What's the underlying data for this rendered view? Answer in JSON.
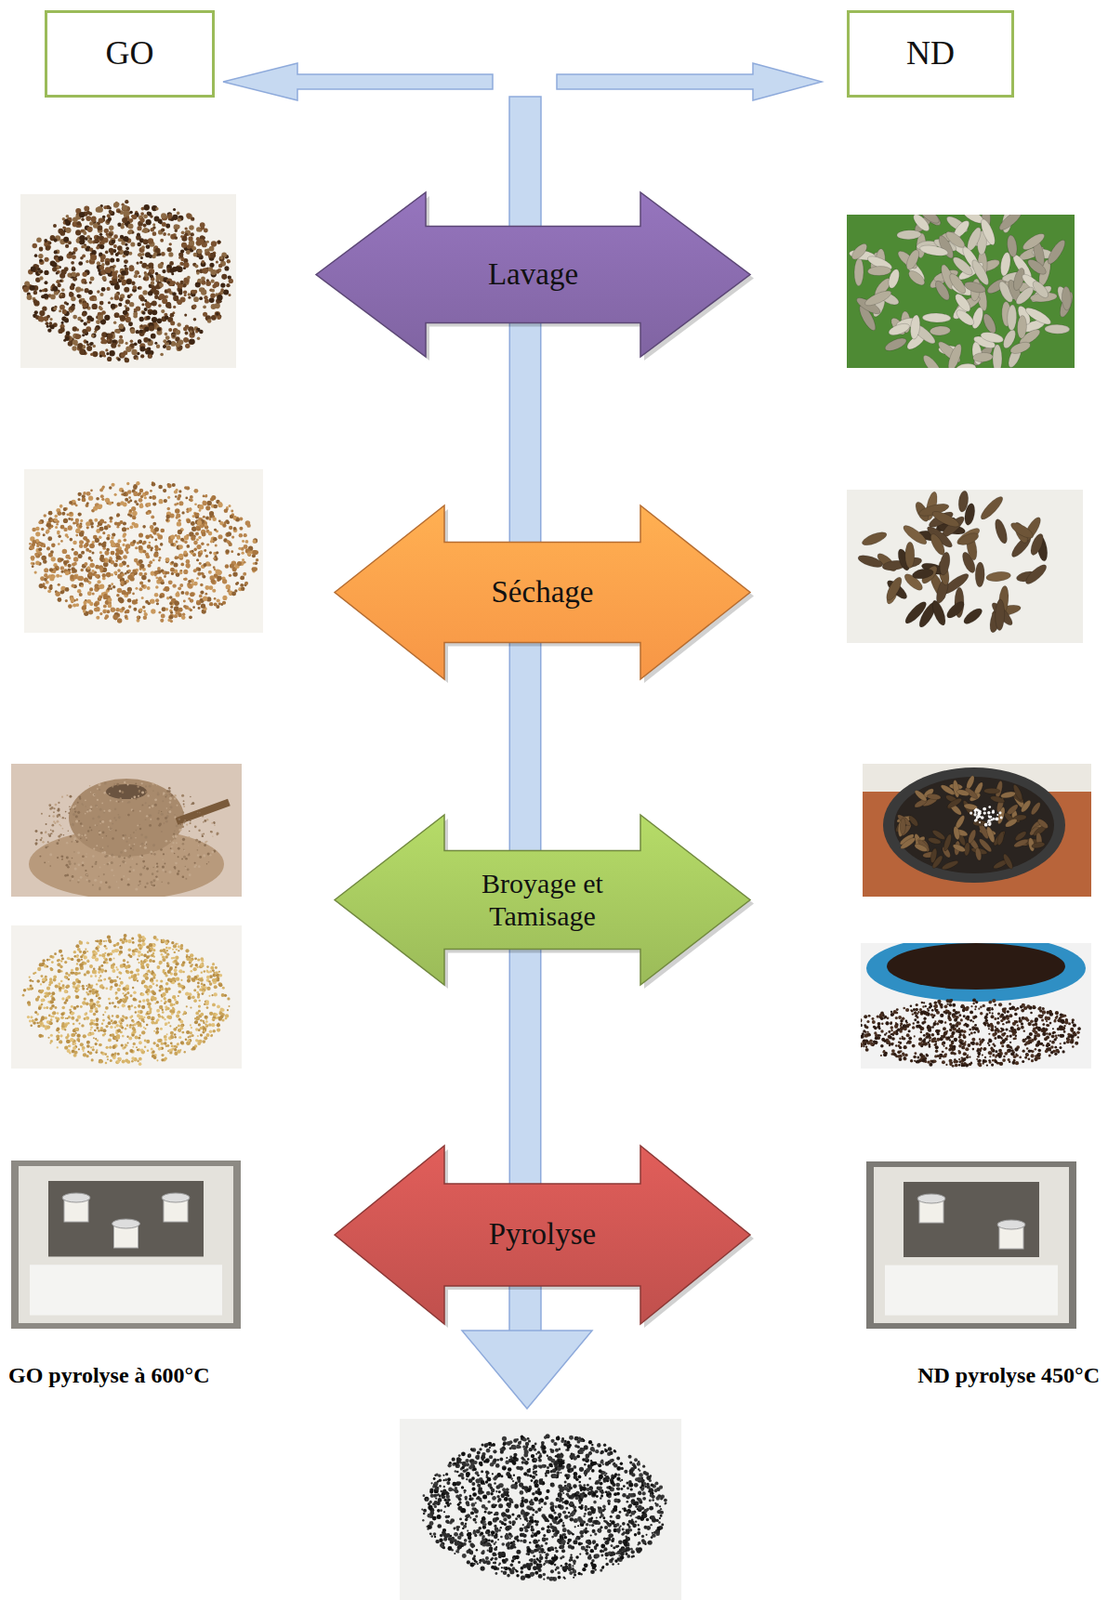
{
  "diagram": {
    "nodes": [
      {
        "text": [
          "GO"
        ]
      },
      {
        "text": [
          "ND"
        ]
      },
      {
        "text": [
          "Lavage"
        ]
      },
      {
        "text": [
          "Séchage"
        ]
      },
      {
        "text": [
          "Broyage et Tamisage"
        ]
      },
      {
        "text": [
          "Pyrolyse"
        ]
      }
    ],
    "edges": [
      {
        "from": 2,
        "to": 3,
        "arrow": "none"
      },
      {
        "from": 3,
        "to": 4,
        "arrow": "none"
      },
      {
        "from": 4,
        "to": 5,
        "arrow": "none"
      }
    ],
    "labels": [
      "GO pyrolyse à 600°C",
      "ND pyrolyse 450°C"
    ]
  }
}
